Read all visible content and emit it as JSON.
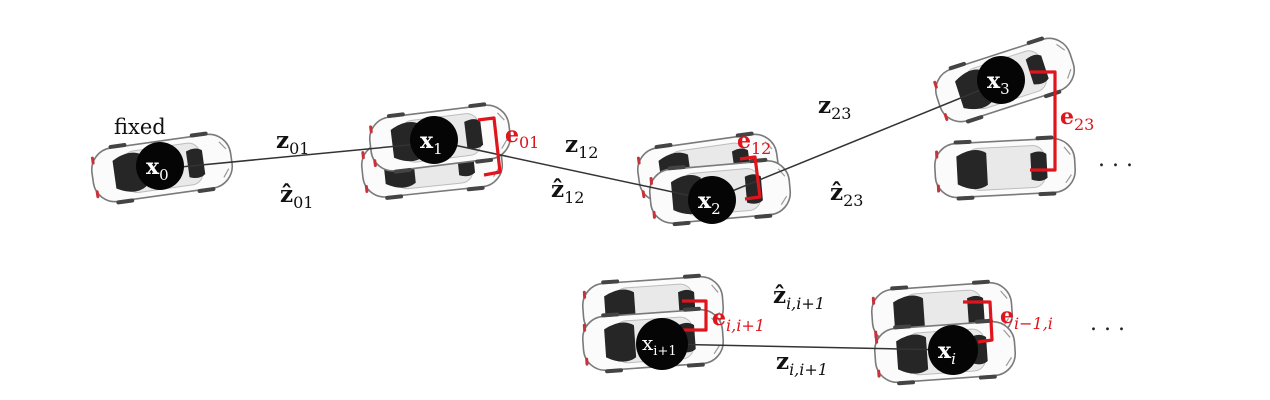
{
  "annotations": {
    "fixed": "fixed",
    "ellipsis_top": ". . .",
    "ellipsis_bottom": ". . ."
  },
  "nodes": {
    "x0": {
      "base": "x",
      "sub": "0"
    },
    "x1": {
      "base": "x",
      "sub": "1"
    },
    "x2": {
      "base": "x",
      "sub": "2"
    },
    "x3": {
      "base": "x",
      "sub": "3"
    },
    "xi1": {
      "base": "x",
      "sub": "i+1"
    },
    "xi": {
      "base": "x",
      "sub": "i"
    }
  },
  "measurements": {
    "z01": {
      "base": "z",
      "sub": "01"
    },
    "z12": {
      "base": "z",
      "sub": "12"
    },
    "z23": {
      "base": "z",
      "sub": "23"
    },
    "zi": {
      "base": "z",
      "sub": "i,i+1"
    }
  },
  "estimates": {
    "zh01": {
      "base": "ẑ",
      "sub": "01"
    },
    "zh12": {
      "base": "ẑ",
      "sub": "12"
    },
    "zh23": {
      "base": "ẑ",
      "sub": "23"
    },
    "zhi": {
      "base": "ẑ",
      "sub": "i,i+1"
    }
  },
  "errors": {
    "e01": {
      "base": "e",
      "sub": "01"
    },
    "e12": {
      "base": "e",
      "sub": "12"
    },
    "e23": {
      "base": "e",
      "sub": "23"
    },
    "ei": {
      "base": "e",
      "sub": "i,i+1"
    },
    "eim": {
      "base": "e",
      "sub": "i−1,i"
    }
  },
  "colors": {
    "error": "#e0141c",
    "edge": "#333333",
    "node": "#050505"
  }
}
